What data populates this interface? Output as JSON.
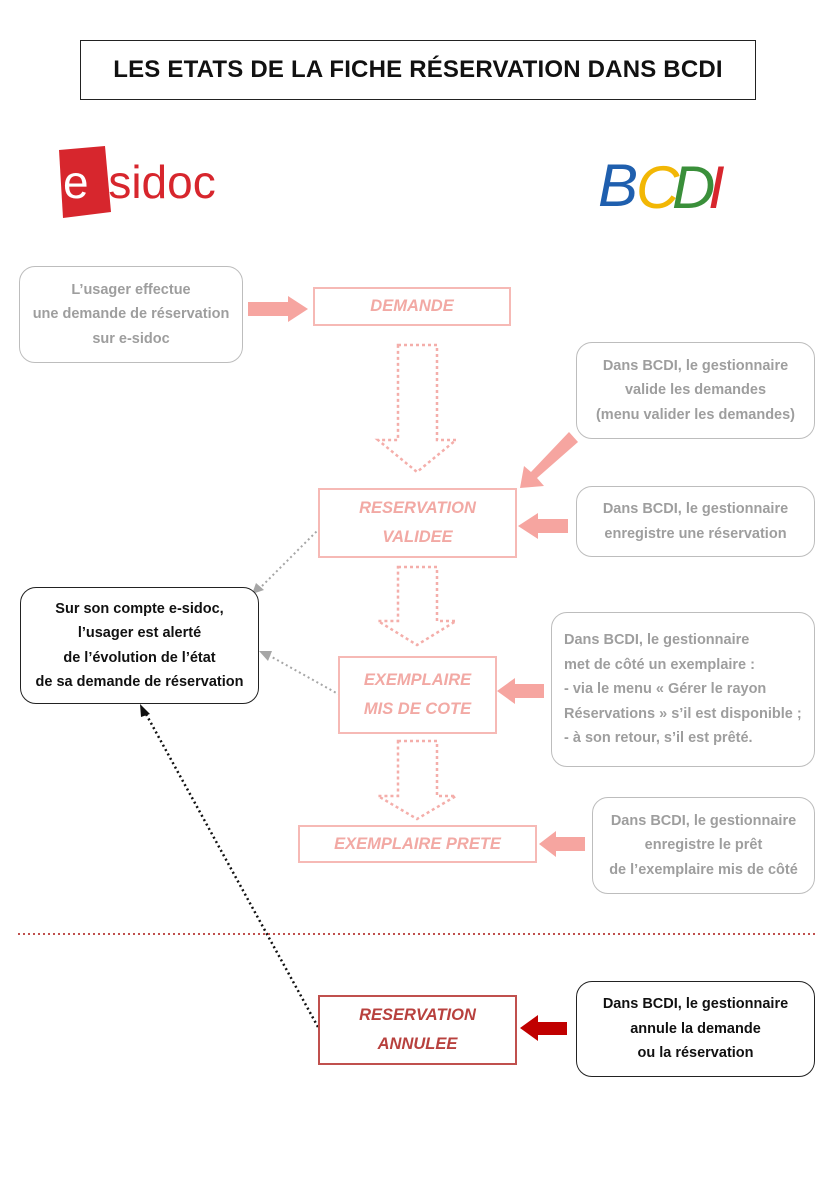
{
  "title": "LES ETATS DE LA FICHE RÉSERVATION DANS BCDI",
  "logos": {
    "esidoc": "e-sidoc",
    "bcdi": "BCDI"
  },
  "states": {
    "demande": "DEMANDE",
    "validee": [
      "RESERVATION",
      "VALIDEE"
    ],
    "mis_de_cote": [
      "EXEMPLAIRE",
      "MIS DE COTE"
    ],
    "prete": "EXEMPLAIRE PRETE",
    "annulee": [
      "RESERVATION",
      "ANNULEE"
    ]
  },
  "notes": {
    "usager_demande": [
      "L’usager effectue",
      "une demande de réservation",
      "sur e-sidoc"
    ],
    "valide_demandes": [
      "Dans BCDI, le gestionnaire",
      "valide les demandes",
      "(menu valider les demandes)"
    ],
    "enregistre_reservation": [
      "Dans BCDI, le gestionnaire",
      "enregistre une réservation"
    ],
    "alerte_usager": [
      "Sur son compte e-sidoc,",
      "l’usager est alerté",
      "de l’évolution de l’état",
      "de sa demande de réservation"
    ],
    "met_de_cote": [
      "Dans BCDI, le gestionnaire",
      "met de côté un exemplaire :",
      "- via le menu « Gérer le rayon",
      "Réservations » s’il est disponible ;",
      "- à son retour, s’il est prêté."
    ],
    "enregistre_pret": [
      "Dans BCDI, le gestionnaire",
      "enregistre le prêt",
      "de l’exemplaire mis de côté"
    ],
    "annule": [
      "Dans BCDI, le gestionnaire",
      "annule la demande",
      "ou la réservation"
    ]
  },
  "colors": {
    "state_light": "#f6b9b5",
    "state_text": "#f2a9a4",
    "state_strong": "#c0504d",
    "arrow_strong": "#c00000",
    "separator": "#c0504d",
    "esidoc_red": "#d7262d"
  }
}
